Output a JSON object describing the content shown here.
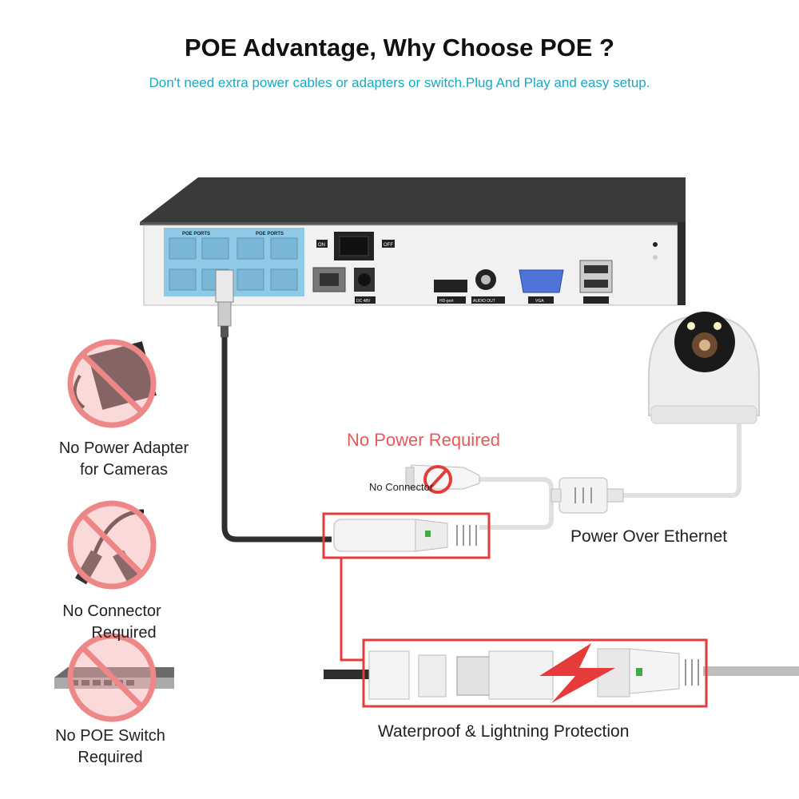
{
  "title": "POE Advantage, Why Choose POE ?",
  "subtitle": "Don't need extra power cables or adapters or switch.Plug And Play and easy setup.",
  "left_items": [
    {
      "line1": "No Power Adapter",
      "line2": "for Cameras",
      "icon": "power-adapter-icon"
    },
    {
      "line1": "No Connector",
      "line2": "Required",
      "icon": "bnc-connector-icon"
    },
    {
      "line1": "No POE Switch",
      "line2": "Required",
      "icon": "poe-switch-icon"
    }
  ],
  "no_power_label": "No Power Required",
  "no_connector_label": "No Connector",
  "poe_label": "Power Over Ethernet",
  "waterproof_label": "Waterproof & Lightning Protection",
  "nvr_labels": {
    "poe_ports": "POE PORTS",
    "on": "ON",
    "off": "OFF",
    "dc": "DC 48V",
    "hd": "HD-port",
    "audio": "AUDIO OUT",
    "vga": "VGA"
  },
  "colors": {
    "accent_red": "#e63b3b",
    "subtitle": "#17a9c2",
    "port_blue": "#8ecae6"
  }
}
